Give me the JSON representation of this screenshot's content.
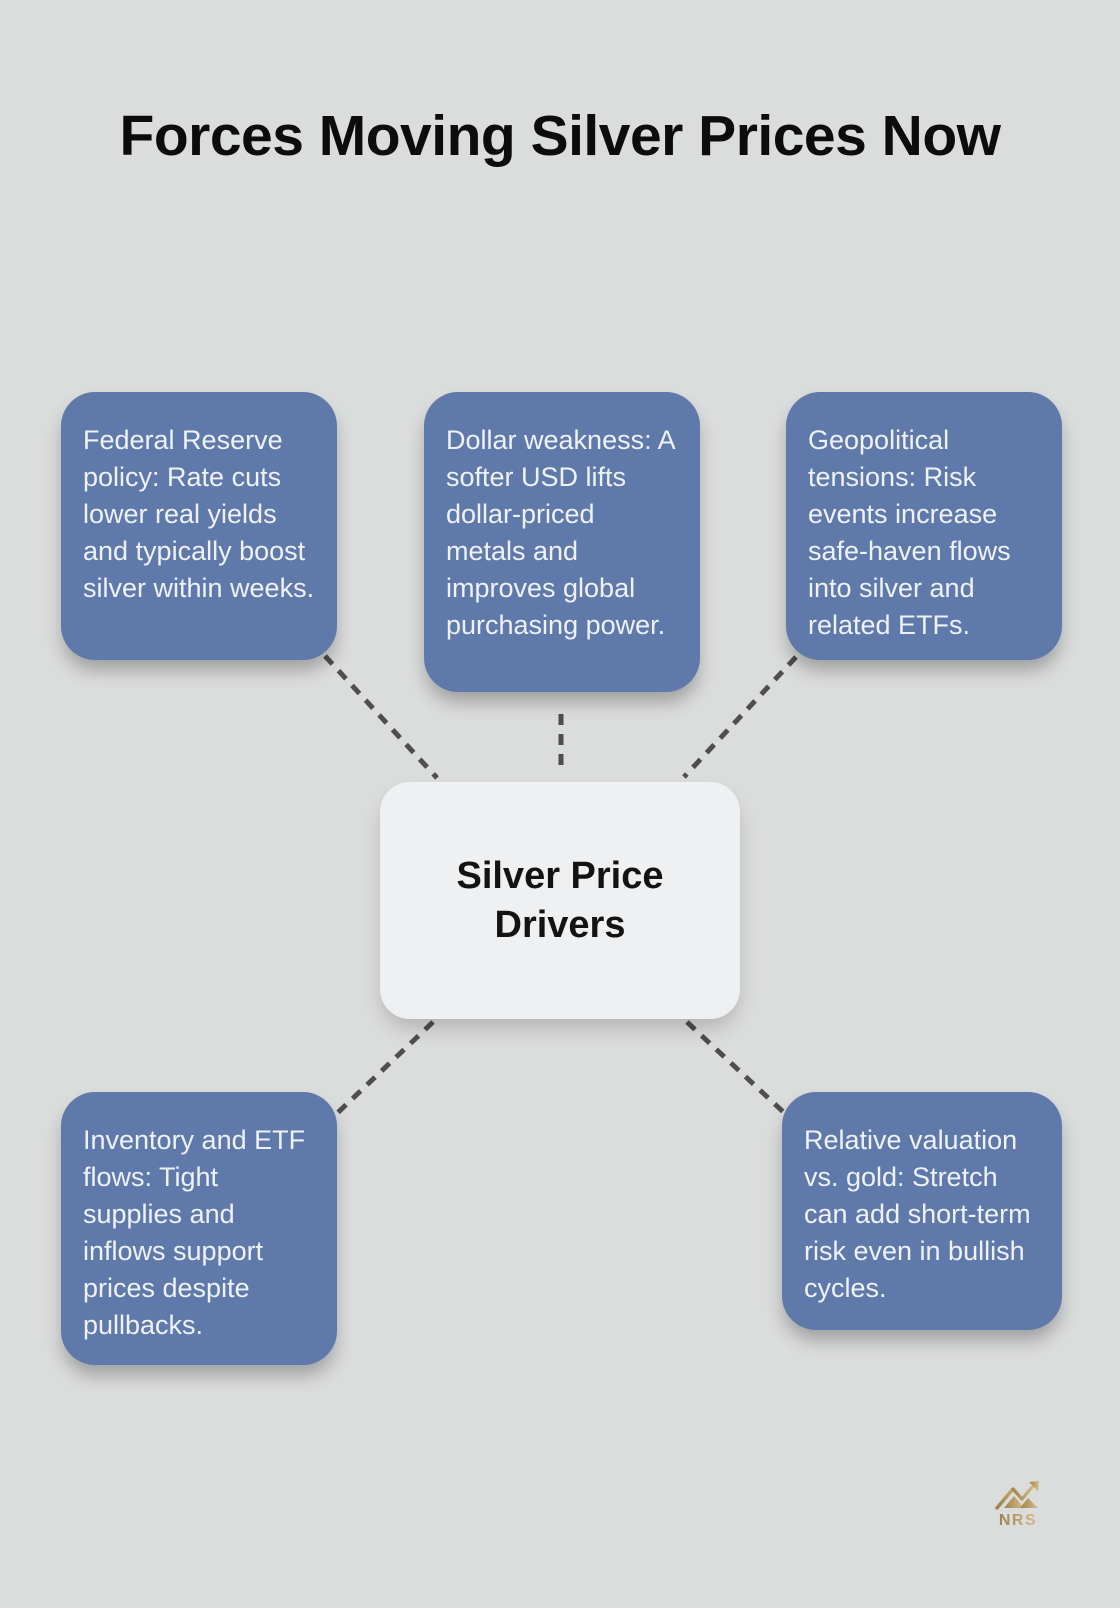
{
  "page": {
    "title": "Forces Moving Silver Prices Now",
    "background_color": "#dbdcdc"
  },
  "diagram": {
    "center": {
      "label": "Silver Price Drivers"
    },
    "nodes": [
      {
        "id": "federal-reserve",
        "text": "Federal Reserve policy: Rate cuts lower real yields and typically boost silver within weeks."
      },
      {
        "id": "dollar-weakness",
        "text": "Dollar weakness: A softer USD lifts dollar-priced metals and improves global purchasing power."
      },
      {
        "id": "geopolitical",
        "text": "Geopolitical tensions: Risk events increase safe-haven flows into silver and related ETFs."
      },
      {
        "id": "inventory-etf",
        "text": "Inventory and ETF flows: Tight supplies and inflows support prices despite pullbacks."
      },
      {
        "id": "relative-valuation",
        "text": "Relative valuation vs. gold: Stretch can add short-term risk even in bullish cycles."
      }
    ],
    "colors": {
      "driver_box_fill": "#5f79ab",
      "driver_box_text": "#eef2f6",
      "center_fill": "#eff0f2",
      "center_text": "#131313",
      "connector": "#4e4e4e",
      "logo_gold_dark": "#9f8149",
      "logo_gold_light": "#d5bc8a"
    }
  },
  "logo": {
    "text": "NRS"
  }
}
